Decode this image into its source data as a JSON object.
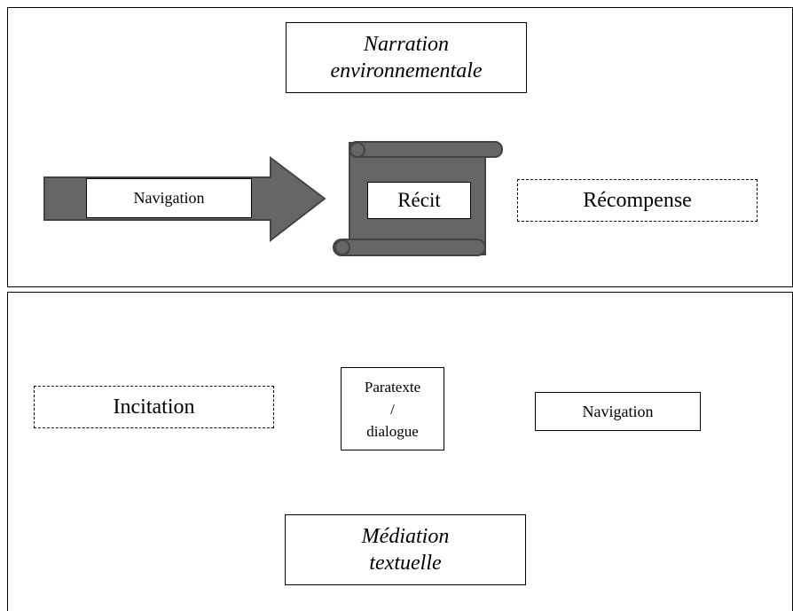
{
  "top_panel": {
    "title_line1": "Narration",
    "title_line2": "environnementale",
    "arrow_label": "Navigation",
    "scroll_label": "Récit",
    "dashed_label": "Récompense"
  },
  "bottom_panel": {
    "dashed_label": "Incitation",
    "scroll_line1": "Paratexte",
    "scroll_line2": "/",
    "scroll_line3": "dialogue",
    "arrow_label": "Navigation",
    "title_line1": "Médiation",
    "title_line2": "textuelle"
  },
  "colors": {
    "shape_fill": "#666666",
    "shape_stroke": "#444444"
  }
}
